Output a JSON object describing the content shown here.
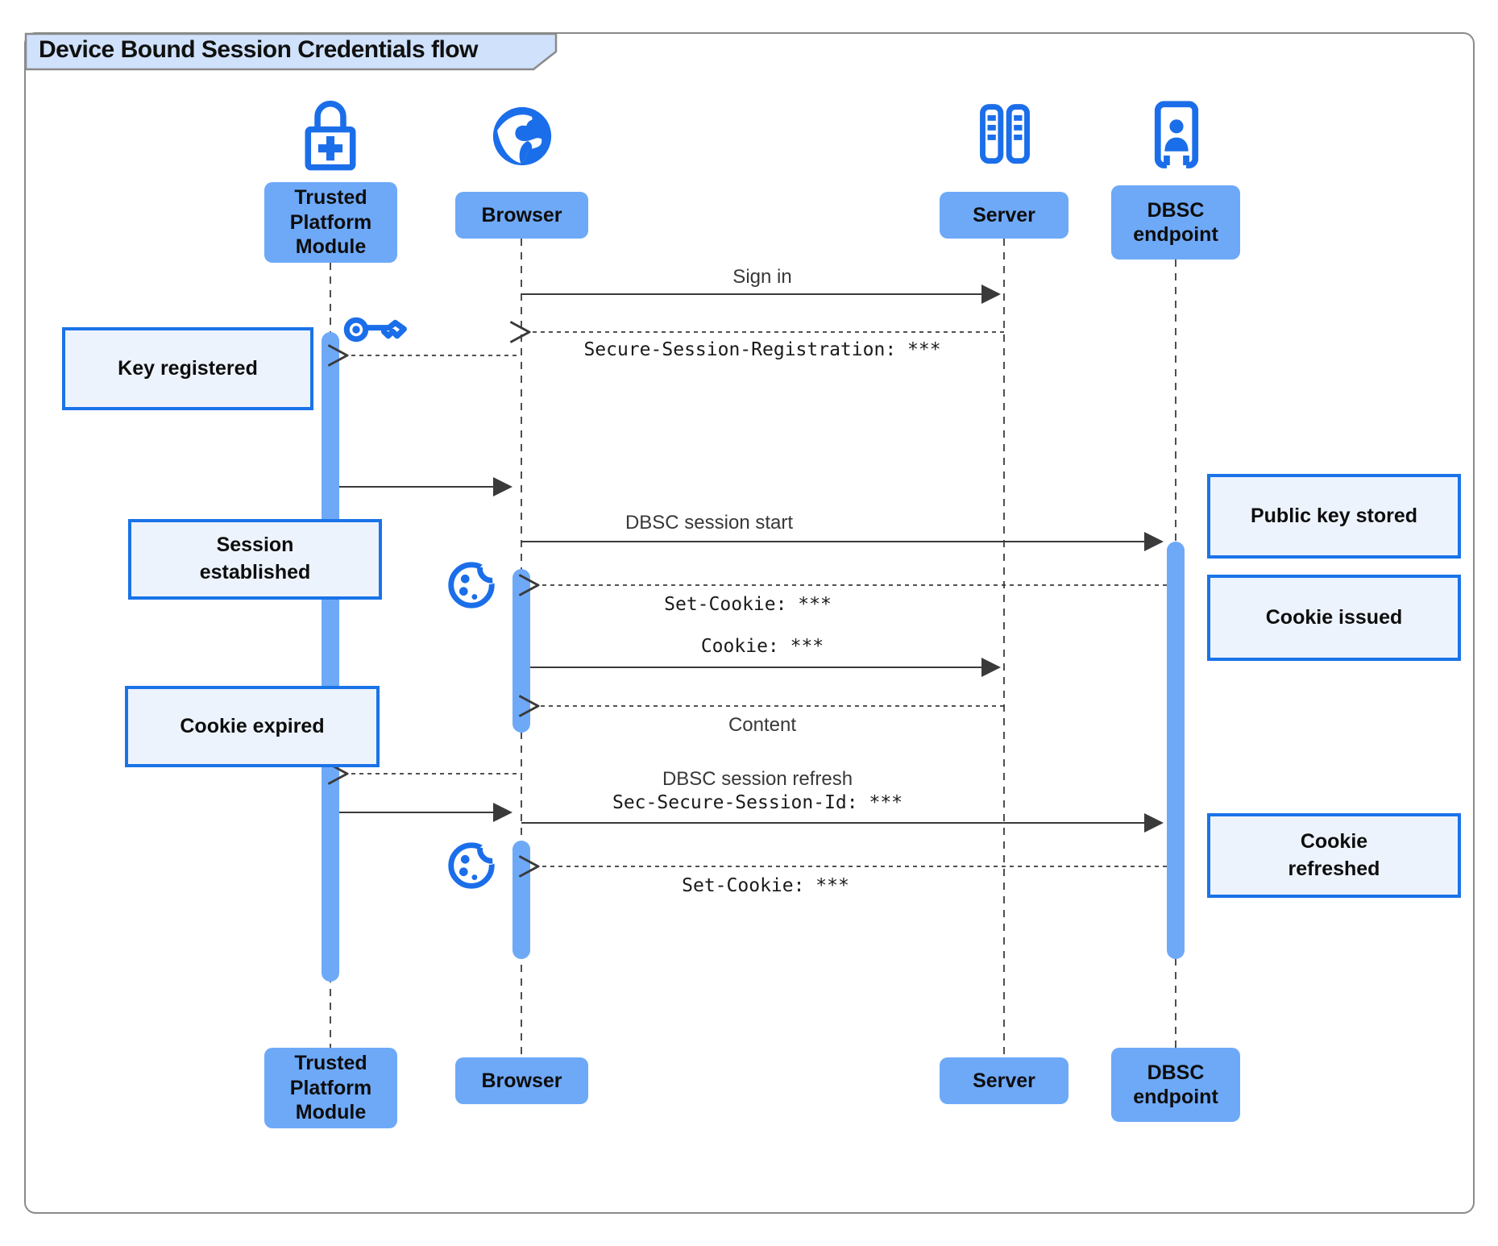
{
  "title": "Device Bound Session Credentials flow",
  "actors": [
    {
      "name": "Trusted Platform Module",
      "icon": "lock-plus-icon"
    },
    {
      "name": "Browser",
      "icon": "globe-icon"
    },
    {
      "name": "Server",
      "icon": "server-rack-icon"
    },
    {
      "name": "DBSC endpoint",
      "icon": "door-person-icon"
    }
  ],
  "messages": [
    {
      "label": "Sign in",
      "from": "Browser",
      "to": "Server",
      "style": "solid"
    },
    {
      "label": "Secure-Session-Registration: ***",
      "from": "Server",
      "to": "Browser",
      "style": "dashed"
    },
    {
      "label": "DBSC session start",
      "from": "Browser",
      "to": "DBSC endpoint",
      "style": "solid"
    },
    {
      "label": "Set-Cookie: ***",
      "from": "DBSC endpoint",
      "to": "Browser",
      "style": "dashed"
    },
    {
      "label": "Cookie: ***",
      "from": "Browser",
      "to": "Server",
      "style": "solid"
    },
    {
      "label": "Content",
      "from": "Server",
      "to": "Browser",
      "style": "dashed"
    },
    {
      "label": "DBSC session refresh",
      "from": "Browser",
      "to": "DBSC endpoint",
      "style": "solid"
    },
    {
      "label": "Sec-Secure-Session-Id: ***",
      "from": "Browser",
      "to": "DBSC endpoint",
      "style": "solid"
    },
    {
      "label": "Set-Cookie: ***",
      "from": "DBSC endpoint",
      "to": "Browser",
      "style": "dashed"
    }
  ],
  "notes": [
    {
      "text": "Key registered"
    },
    {
      "text": "Session established"
    },
    {
      "text": "Cookie expired"
    },
    {
      "text": "Public key stored"
    },
    {
      "text": "Cookie issued"
    },
    {
      "text": "Cookie refreshed"
    }
  ],
  "colors": {
    "icon_blue": "#1b6ee9",
    "actor_fill": "#6ea9f8",
    "activation_fill": "#6ea9f8",
    "note_fill": "#edf3fc",
    "note_border": "#1a73e8",
    "tab_fill": "#cfe1fb",
    "frame_border": "#8a8a8a",
    "arrow": "#3a3a3a"
  }
}
